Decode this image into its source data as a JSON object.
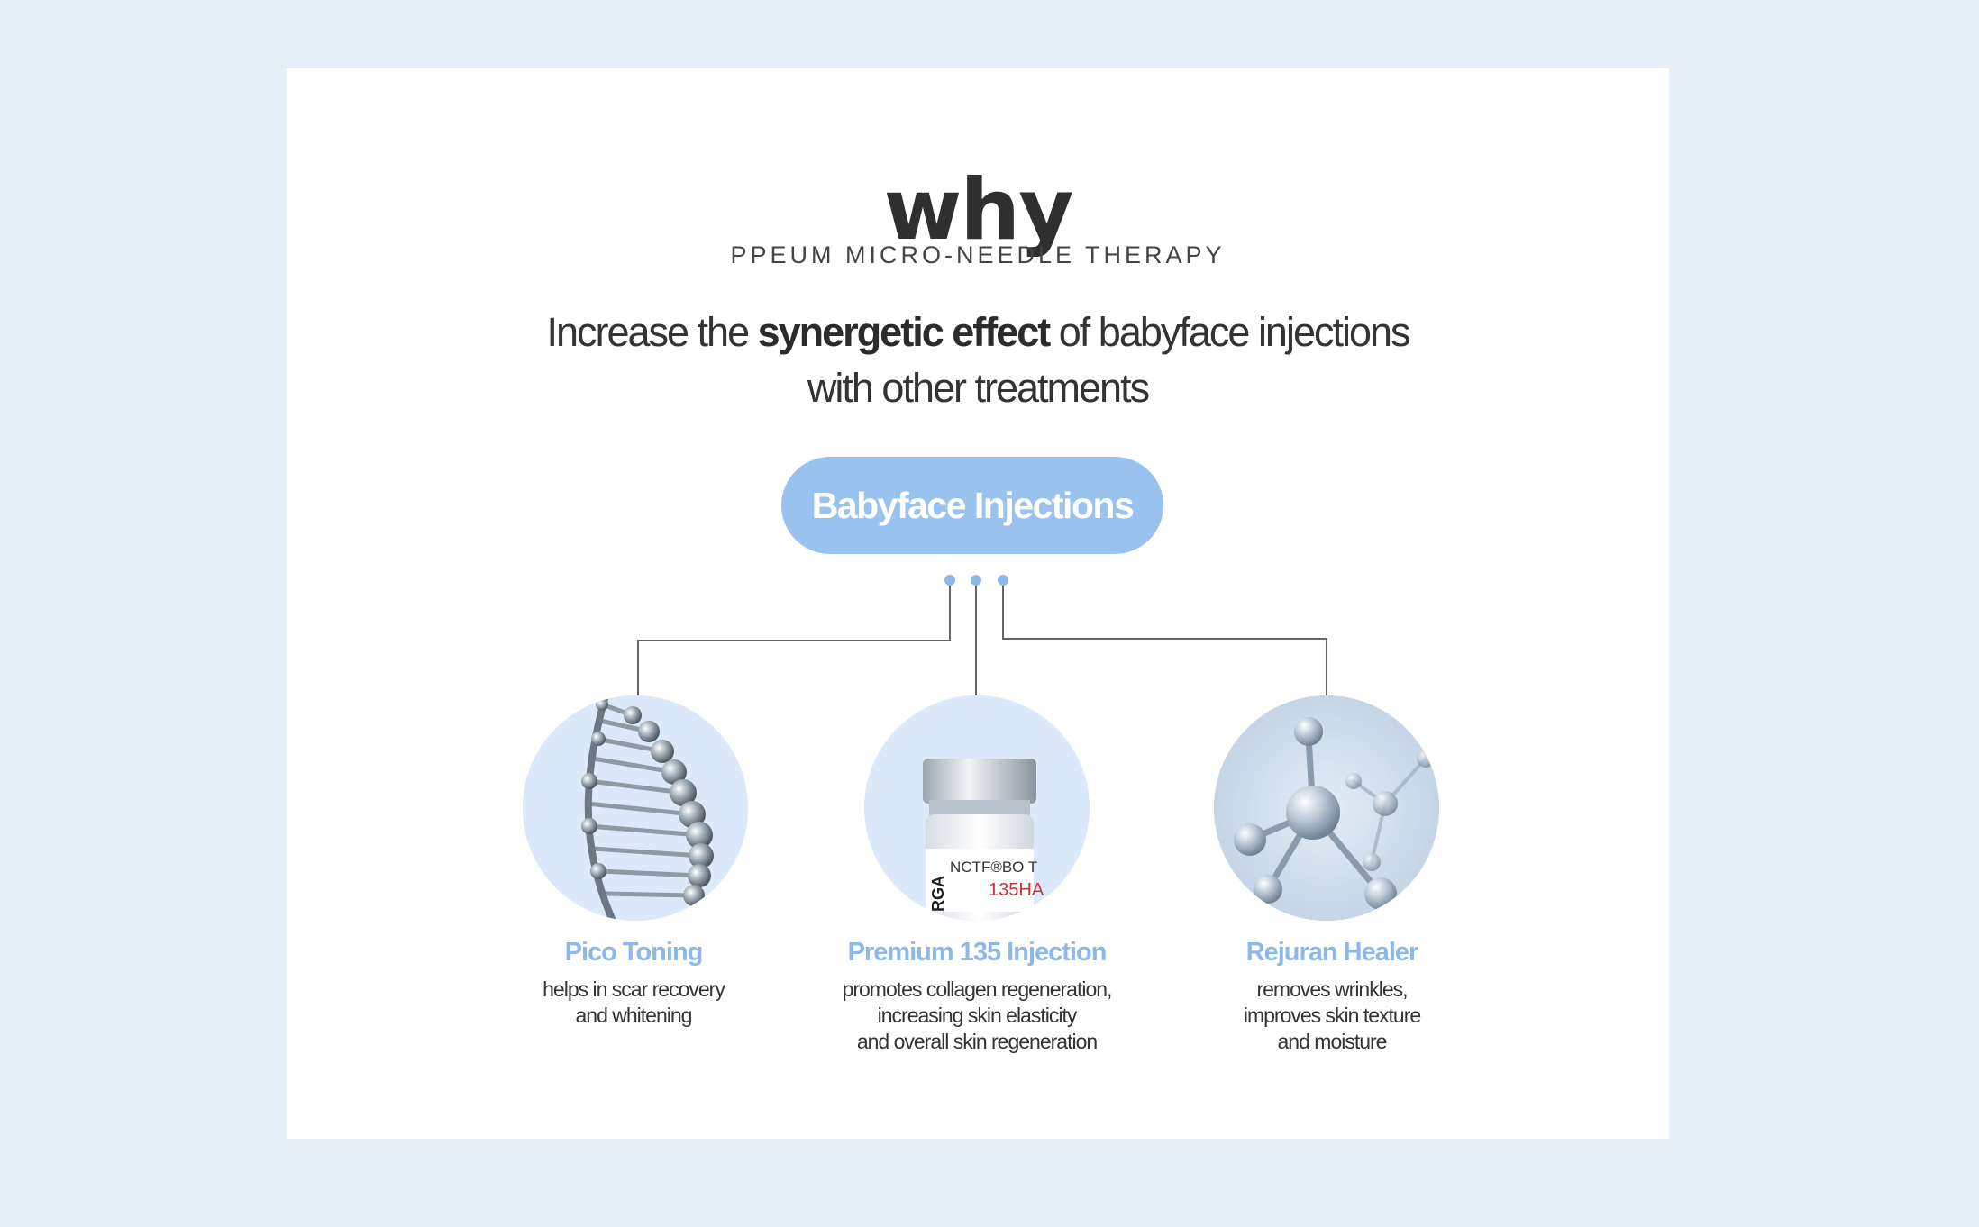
{
  "header": {
    "why": "why",
    "subtitle": "PPEUM MICRO-NEEDLE THERAPY"
  },
  "headline": {
    "part1": "Increase the ",
    "bold": "synergetic effect",
    "part2": " of babyface injections",
    "line2": "with other treatments"
  },
  "center_pill": {
    "label": "Babyface Injections"
  },
  "items": [
    {
      "title": "Pico Toning",
      "desc": [
        "helps in scar recovery",
        "and whitening"
      ],
      "icon": "dna-helix-icon"
    },
    {
      "title": "Premium 135 Injection",
      "desc": [
        "promotes collagen regeneration,",
        "increasing skin elasticity",
        "and overall skin regeneration"
      ],
      "icon": "vial-icon",
      "vial_text": [
        "NCTF®BO  T",
        "135HA",
        "RGA"
      ]
    },
    {
      "title": "Rejuran Healer",
      "desc": [
        "removes wrinkles,",
        "improves skin texture",
        "and moisture"
      ],
      "icon": "molecule-icon"
    }
  ],
  "colors": {
    "background": "#e6eef7",
    "accent": "#9ac2ef",
    "item_title": "#8db8ea",
    "text": "#333333"
  }
}
